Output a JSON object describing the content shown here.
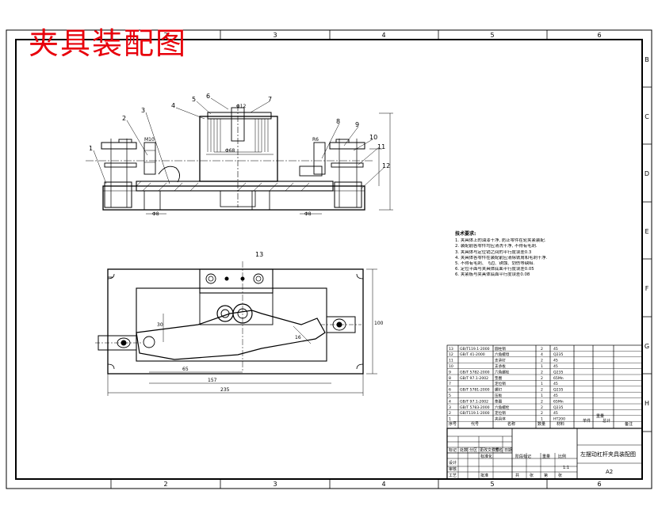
{
  "title": "夹具装配图",
  "zones_top": [
    "2",
    "3",
    "4",
    "5",
    "6"
  ],
  "zones_bottom": [
    "2",
    "3",
    "4",
    "5",
    "6"
  ],
  "zones_right": [
    "B",
    "C",
    "D",
    "E",
    "F",
    "G",
    "H"
  ],
  "balloons": [
    "1",
    "2",
    "3",
    "4",
    "5",
    "6",
    "7",
    "8",
    "9",
    "10",
    "11",
    "12",
    "13"
  ],
  "dimensions": {
    "d12": "Φ12",
    "d68": "Φ68",
    "d58a": "Φ8",
    "d58b": "Φ8",
    "m10": "M10",
    "r": "R6",
    "h30": "30",
    "h16": "16",
    "w65": "65",
    "w157": "157",
    "w235": "235",
    "h100": "100"
  },
  "notes": {
    "heading": "技术要求:",
    "items": [
      "1. 夹具体上的油漆干净, 防止零件在轮夹紧装配.",
      "2. 装配前各零件均应清洗干净, 不得有毛刺.",
      "3. 夹具体与定位销之间的平行度误差0.3",
      "4. 夹具体各零件在装配前应清除铁屑和毛刺干净.",
      "5. 不得有毛刺、飞边、锈蚀、划伤等缺陷.",
      "6. 定位平面与夹具体底面平行度误差0.05",
      "6. 夹紧板与夹具体底面平行度误差0.08"
    ]
  },
  "bom": {
    "rows": [
      [
        "13",
        "GB/T119.1-2000",
        "圆柱销",
        "2",
        "45"
      ],
      [
        "12",
        "GB/T 41-2000",
        "六角螺母",
        "4",
        "Q235"
      ],
      [
        "11",
        "",
        "支承钉",
        "2",
        "45"
      ],
      [
        "10",
        "",
        "支承板",
        "1",
        "45"
      ],
      [
        "9",
        "GB/T 5782-2000",
        "六角螺栓",
        "2",
        "Q235"
      ],
      [
        "8",
        "GB/T 97.1-2002",
        "垫圈",
        "2",
        "65Mn"
      ],
      [
        "7",
        "",
        "定位销",
        "1",
        "45"
      ],
      [
        "6",
        "GB/T 5781-2000",
        "螺钉",
        "2",
        "Q235"
      ],
      [
        "5",
        "",
        "压板",
        "1",
        "45"
      ],
      [
        "4",
        "GB/T 97.1-2002",
        "垫圈",
        "2",
        "65Mn"
      ],
      [
        "3",
        "GB/T 5783-2000",
        "六角螺栓",
        "2",
        "Q235"
      ],
      [
        "2",
        "GB/T119.1-2000",
        "定位销",
        "2",
        "45"
      ],
      [
        "1",
        "",
        "夹具体",
        "1",
        "HT200"
      ]
    ],
    "header": [
      "序号",
      "代号",
      "名称",
      "数量",
      "材料",
      "单件",
      "总计",
      "备注"
    ],
    "weight_label": "重量"
  },
  "title_block": {
    "name": "左摆动杠杆夹具装配图",
    "scale": "1:1",
    "sheet_size": "A2",
    "row1": [
      "标记",
      "处数",
      "分区",
      "更改文件号",
      "签名",
      "日期"
    ],
    "row2": [
      "设计",
      "",
      "标准化",
      "阶段标记",
      "重量",
      "比例"
    ],
    "row3": [
      "审核",
      "",
      "",
      "共",
      "张",
      "第",
      "张"
    ],
    "row4": [
      "工艺",
      "",
      "批准"
    ]
  }
}
